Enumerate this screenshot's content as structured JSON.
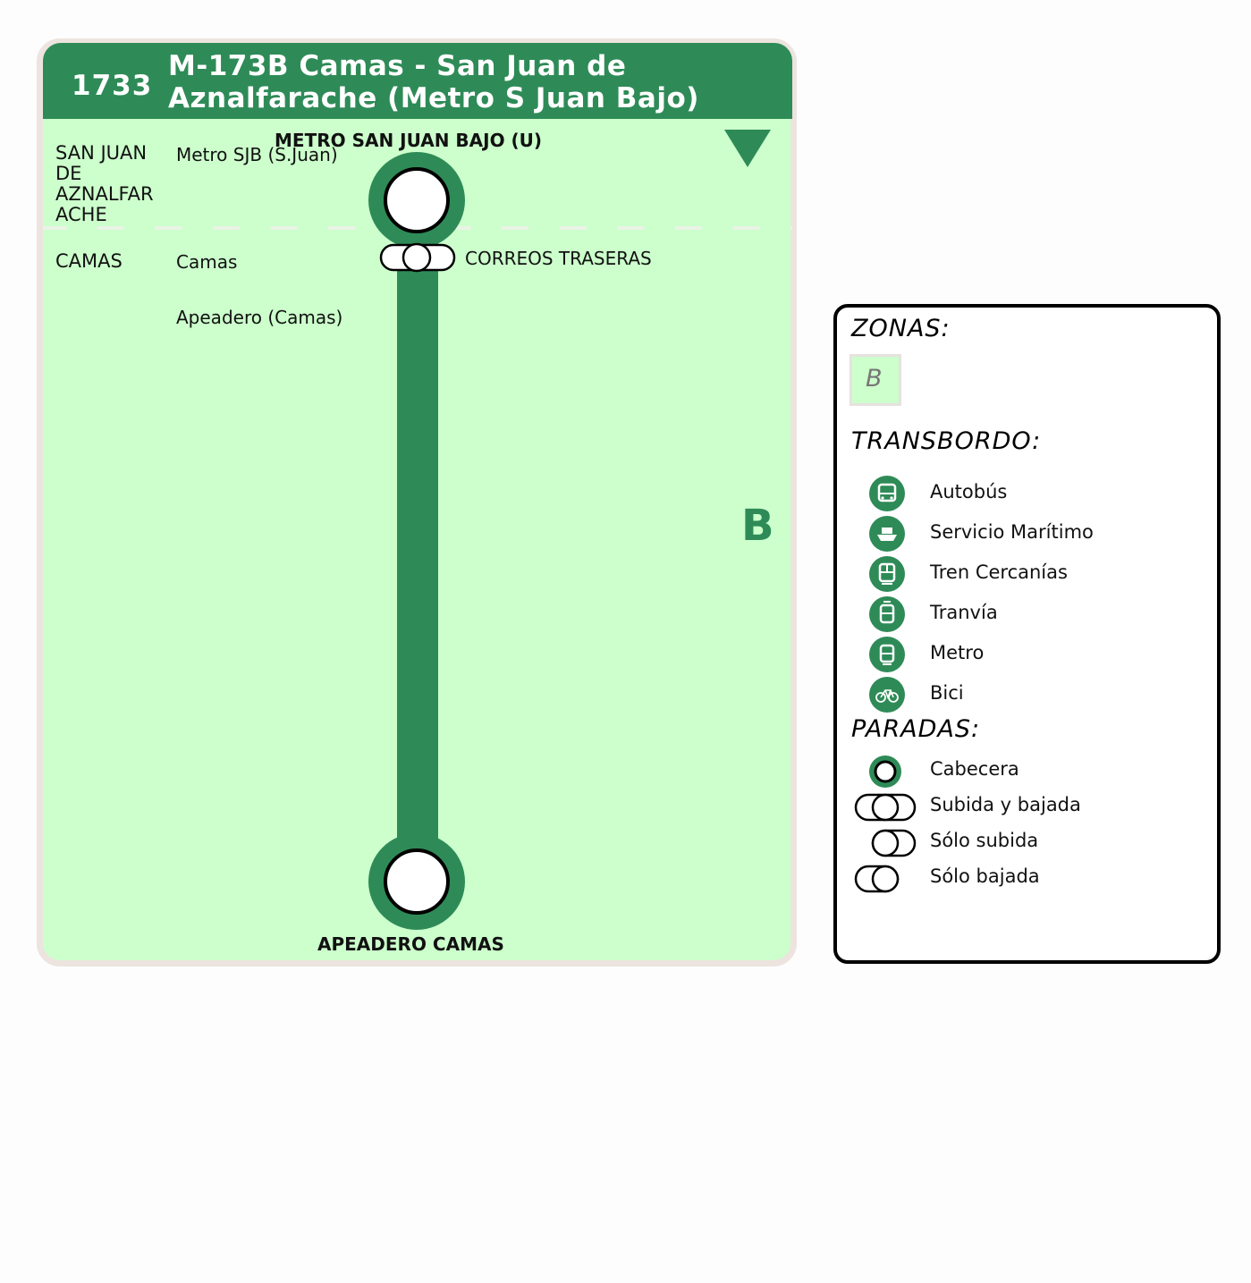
{
  "header": {
    "code": "1733",
    "title": "M-173B Camas - San Juan de Aznalfarache (Metro S Juan Bajo)"
  },
  "terminals": {
    "start": "METRO SAN JUAN BAJO (U)",
    "end": "APEADERO CAMAS"
  },
  "municipalities": [
    {
      "name": "SAN JUAN\nDE\nAZNALFAR\nACHE"
    },
    {
      "name": "CAMAS"
    }
  ],
  "stops": [
    {
      "stop": "Metro SJB (S.Juan)",
      "label": ""
    },
    {
      "stop": "Camas",
      "label": "CORREOS TRASERAS"
    },
    {
      "stop": "Apeadero (Camas)",
      "label": ""
    }
  ],
  "zone": "B",
  "colors": {
    "route": "#2e8b57",
    "panel": "#ccffcc",
    "border": "#ede4df"
  },
  "legend": {
    "zones_title": "ZONAS:",
    "zones": [
      "B"
    ],
    "transfer_title": "TRANSBORDO:",
    "transfers": [
      {
        "label": "Autobús",
        "icon": "bus-icon"
      },
      {
        "label": "Servicio Marítimo",
        "icon": "ship-icon"
      },
      {
        "label": "Tren Cercanías",
        "icon": "train-icon"
      },
      {
        "label": "Tranvía",
        "icon": "tram-icon"
      },
      {
        "label": "Metro",
        "icon": "metro-icon"
      },
      {
        "label": "Bici",
        "icon": "bike-icon"
      }
    ],
    "stops_title": "PARADAS:",
    "stop_types": [
      {
        "label": "Cabecera",
        "icon": "terminal-stop-icon"
      },
      {
        "label": "Subida y bajada",
        "icon": "board-alight-stop-icon"
      },
      {
        "label": "Sólo subida",
        "icon": "board-only-stop-icon"
      },
      {
        "label": "Sólo bajada",
        "icon": "alight-only-stop-icon"
      }
    ]
  }
}
